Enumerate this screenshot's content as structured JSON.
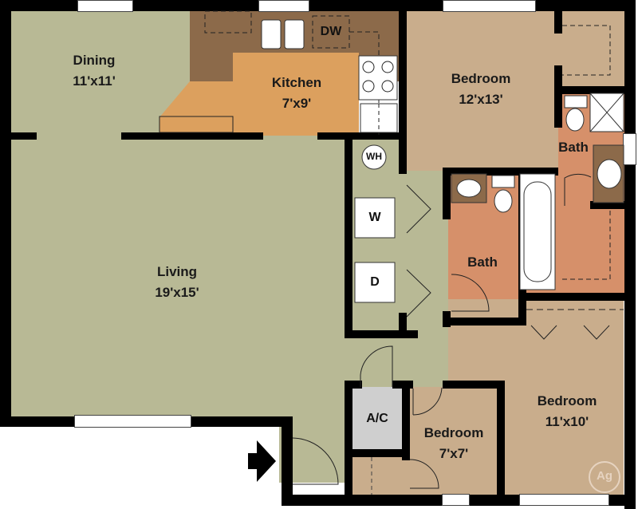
{
  "plan": {
    "rooms": [
      {
        "id": "dining",
        "name": "Dining",
        "size": "11'x11'"
      },
      {
        "id": "kitchen",
        "name": "Kitchen",
        "size": "7'x9'"
      },
      {
        "id": "bedroom1",
        "name": "Bedroom",
        "size": "12'x13'"
      },
      {
        "id": "living",
        "name": "Living",
        "size": "19'x15'"
      },
      {
        "id": "bath1",
        "name": "Bath",
        "size": ""
      },
      {
        "id": "bath2",
        "name": "Bath",
        "size": ""
      },
      {
        "id": "bedroom2",
        "name": "Bedroom",
        "size": "11'x10'"
      },
      {
        "id": "bedroom3",
        "name": "Bedroom",
        "size": "7'x7'"
      }
    ],
    "fixtures": {
      "dishwasher": "DW",
      "water_heater": "WH",
      "washer": "W",
      "dryer": "D",
      "ac": "A/C"
    },
    "watermark": "Ag",
    "colors": {
      "living": "#b8b995",
      "kitchen": "#dca05e",
      "counter": "#8c6a4a",
      "bedroom": "#c9ad8c",
      "bath": "#d6906a",
      "ac": "#cfcfcf",
      "wall": "#000000"
    }
  }
}
